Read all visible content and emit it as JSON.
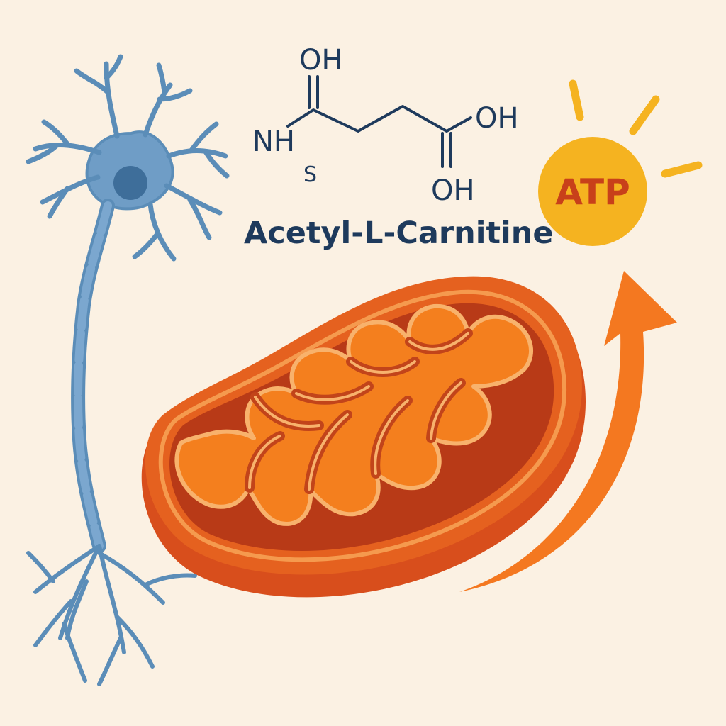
{
  "title": "Acetyl-L-Carnitine",
  "molecule": {
    "labels": {
      "oh_top": "OH",
      "nh": "NH",
      "s": "S",
      "oh_right": "OH",
      "oh_bottom": "OH"
    }
  },
  "atp_label": "ATP",
  "colors": {
    "background": "#FBF1E3",
    "neuron": "#5B8DB8",
    "nucleus": "#3E6E9A",
    "mitochondrion_outer": "#E05A1E",
    "mitochondrion_inner": "#C2441A",
    "cristae": "#F47F1E",
    "cristae_outline": "#F8B26C",
    "arrow": "#F47820",
    "atp_circle": "#F5B320",
    "atp_text": "#C8401A",
    "text": "#1E3A5C"
  },
  "icons": [
    "neuron-icon",
    "mitochondrion-icon",
    "curved-arrow-icon",
    "atp-sun-icon",
    "molecule-structure-icon"
  ]
}
